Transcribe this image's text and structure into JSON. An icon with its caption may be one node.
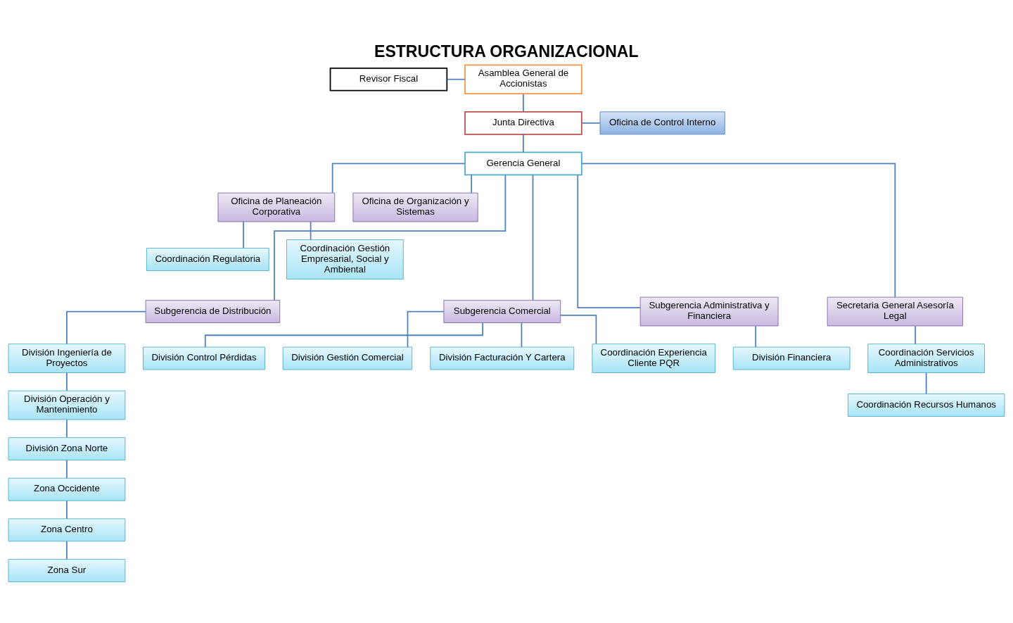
{
  "diagram": {
    "title": "ESTRUCTURA ORGANIZACIONAL",
    "nodes": [
      {
        "text": [
          "Asamblea General de Accionistas"
        ]
      },
      {
        "text": [
          "Revisor Fiscal"
        ]
      },
      {
        "text": [
          "Junta Directiva"
        ]
      },
      {
        "text": [
          "Oficina de Control Interno"
        ]
      },
      {
        "text": [
          "Gerencia General"
        ]
      },
      {
        "text": [
          "Oficina de Planeación Corporativa"
        ]
      },
      {
        "text": [
          "Oficina de Organización y Sistemas"
        ]
      },
      {
        "text": [
          "Coordinación Regulatoria"
        ]
      },
      {
        "text": [
          "Coordinación Gestión Empresarial, Social y Ambiental"
        ]
      },
      {
        "text": [
          "Subgerencia de Distribución"
        ]
      },
      {
        "text": [
          "División Ingeniería de Proyectos"
        ]
      },
      {
        "text": [
          "División Operación y Mantenimiento"
        ]
      },
      {
        "text": [
          "División Zona Norte"
        ]
      },
      {
        "text": [
          "Zona Occidente"
        ]
      },
      {
        "text": [
          "Zona Centro"
        ]
      },
      {
        "text": [
          "Zona Sur"
        ]
      },
      {
        "text": [
          "Subgerencia Comercial"
        ]
      },
      {
        "text": [
          "División Control Pérdidas"
        ]
      },
      {
        "text": [
          "División Gestión Comercial"
        ]
      },
      {
        "text": [
          "División Facturación Y Cartera"
        ]
      },
      {
        "text": [
          "Coordinación Experiencia Cliente PQR"
        ]
      },
      {
        "text": [
          "Subgerencia Administrativa y Financiera"
        ]
      },
      {
        "text": [
          "División Financiera"
        ]
      },
      {
        "text": [
          "Secretaria General Asesoría Legal"
        ]
      },
      {
        "text": [
          "Coordinación Servicios Administrativos"
        ]
      },
      {
        "text": [
          "Coordinación Recursos Humanos"
        ]
      }
    ],
    "edges": [
      {
        "from": 0,
        "to": 2,
        "arrow": "none"
      },
      {
        "from": 1,
        "to": 0,
        "arrow": "none"
      },
      {
        "from": 2,
        "to": 4,
        "arrow": "none"
      },
      {
        "from": 2,
        "to": 3,
        "arrow": "none"
      },
      {
        "from": 4,
        "to": 5,
        "arrow": "none"
      },
      {
        "from": 4,
        "to": 6,
        "arrow": "none"
      },
      {
        "from": 5,
        "to": 7,
        "arrow": "none"
      },
      {
        "from": 5,
        "to": 8,
        "arrow": "none"
      },
      {
        "from": 4,
        "to": 9,
        "arrow": "none"
      },
      {
        "from": 4,
        "to": 16,
        "arrow": "none"
      },
      {
        "from": 4,
        "to": 21,
        "arrow": "none"
      },
      {
        "from": 4,
        "to": 23,
        "arrow": "none"
      },
      {
        "from": 9,
        "to": 10,
        "arrow": "none"
      },
      {
        "from": 10,
        "to": 11,
        "arrow": "none"
      },
      {
        "from": 11,
        "to": 12,
        "arrow": "none"
      },
      {
        "from": 12,
        "to": 13,
        "arrow": "none"
      },
      {
        "from": 13,
        "to": 14,
        "arrow": "none"
      },
      {
        "from": 14,
        "to": 15,
        "arrow": "none"
      },
      {
        "from": 16,
        "to": 17,
        "arrow": "none"
      },
      {
        "from": 16,
        "to": 18,
        "arrow": "none"
      },
      {
        "from": 16,
        "to": 19,
        "arrow": "none"
      },
      {
        "from": 16,
        "to": 20,
        "arrow": "none"
      },
      {
        "from": 21,
        "to": 22,
        "arrow": "none"
      },
      {
        "from": 23,
        "to": 24,
        "arrow": "none"
      },
      {
        "from": 24,
        "to": 25,
        "arrow": "none"
      }
    ]
  }
}
